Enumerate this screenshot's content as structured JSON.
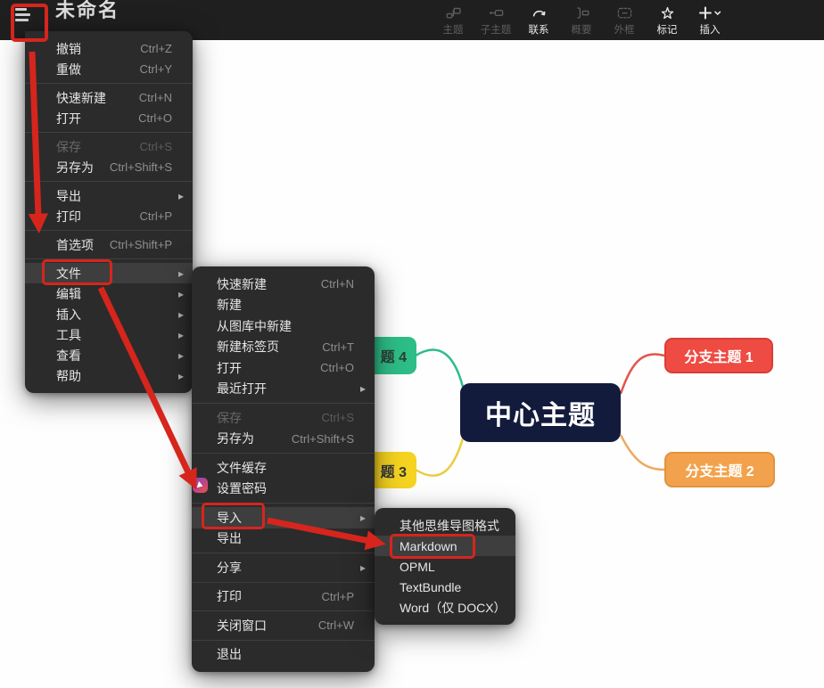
{
  "toolbar": {
    "title": "未命名",
    "tools": [
      {
        "name": "topic",
        "label": "主题",
        "enabled": false
      },
      {
        "name": "subtopic",
        "label": "子主题",
        "enabled": false
      },
      {
        "name": "relation",
        "label": "联系",
        "enabled": true
      },
      {
        "name": "summary",
        "label": "概要",
        "enabled": false
      },
      {
        "name": "boundary",
        "label": "外框",
        "enabled": false
      },
      {
        "name": "marker",
        "label": "标记",
        "enabled": true
      },
      {
        "name": "insert",
        "label": "插入",
        "enabled": true
      }
    ]
  },
  "menus": {
    "main": {
      "groups": [
        {
          "items": [
            {
              "label": "撤销",
              "shortcut": "Ctrl+Z"
            },
            {
              "label": "重做",
              "shortcut": "Ctrl+Y"
            }
          ]
        },
        {
          "items": [
            {
              "label": "快速新建",
              "shortcut": "Ctrl+N"
            },
            {
              "label": "打开",
              "shortcut": "Ctrl+O"
            }
          ]
        },
        {
          "items": [
            {
              "label": "保存",
              "shortcut": "Ctrl+S",
              "disabled": true
            },
            {
              "label": "另存为",
              "shortcut": "Ctrl+Shift+S"
            }
          ]
        },
        {
          "items": [
            {
              "label": "导出",
              "submenu": true
            },
            {
              "label": "打印",
              "shortcut": "Ctrl+P"
            }
          ]
        },
        {
          "items": [
            {
              "label": "首选项",
              "shortcut": "Ctrl+Shift+P"
            }
          ]
        },
        {
          "items": [
            {
              "label": "文件",
              "submenu": true,
              "highlighted": true
            },
            {
              "label": "编辑",
              "submenu": true
            },
            {
              "label": "插入",
              "submenu": true
            },
            {
              "label": "工具",
              "submenu": true
            },
            {
              "label": "查看",
              "submenu": true
            },
            {
              "label": "帮助",
              "submenu": true
            }
          ]
        }
      ]
    },
    "file": {
      "groups": [
        {
          "items": [
            {
              "label": "快速新建",
              "shortcut": "Ctrl+N"
            },
            {
              "label": "新建"
            },
            {
              "label": "从图库中新建"
            },
            {
              "label": "新建标签页",
              "shortcut": "Ctrl+T"
            },
            {
              "label": "打开",
              "shortcut": "Ctrl+O"
            },
            {
              "label": "最近打开",
              "submenu": true
            }
          ]
        },
        {
          "items": [
            {
              "label": "保存",
              "shortcut": "Ctrl+S",
              "disabled": true
            },
            {
              "label": "另存为",
              "shortcut": "Ctrl+Shift+S"
            }
          ]
        },
        {
          "items": [
            {
              "label": "文件缓存"
            },
            {
              "label": "设置密码"
            }
          ]
        },
        {
          "items": [
            {
              "label": "导入",
              "submenu": true,
              "highlighted": true
            },
            {
              "label": "导出"
            }
          ]
        },
        {
          "items": [
            {
              "label": "分享",
              "submenu": true
            }
          ]
        },
        {
          "items": [
            {
              "label": "打印",
              "shortcut": "Ctrl+P"
            }
          ]
        },
        {
          "items": [
            {
              "label": "关闭窗口",
              "shortcut": "Ctrl+W"
            }
          ]
        },
        {
          "items": [
            {
              "label": "退出"
            }
          ]
        }
      ]
    },
    "import": {
      "groups": [
        {
          "items": [
            {
              "label": "其他思维导图格式"
            },
            {
              "label": "Markdown",
              "highlighted": true
            },
            {
              "label": "OPML"
            },
            {
              "label": "TextBundle"
            },
            {
              "label": "Word（仅 DOCX）"
            }
          ]
        }
      ]
    }
  },
  "mindmap": {
    "center": {
      "label": "中心主题",
      "bg": "#131b3d",
      "text": "#ffffff"
    },
    "branch1": {
      "label": "分支主题 1",
      "bg": "#ee4b43",
      "border": "#da3d37",
      "text": "#ffffff",
      "line": "#e2554b"
    },
    "branch2": {
      "label": "分支主题 2",
      "bg": "#f2a24c",
      "border": "#e2933d",
      "text": "#ffffff",
      "line": "#efa85c"
    },
    "branch3": {
      "label": "题 3",
      "bg": "#f5d320",
      "border": "#ecc937",
      "text": "#33363b",
      "line": "#e9cd3f"
    },
    "branch4": {
      "label": "题 4",
      "bg": "#2dbd87",
      "border": "#2bb07e",
      "text": "#2c3e36",
      "line": "#2dbd87"
    }
  },
  "colors": {
    "annotation": "#d6251d",
    "toolbar_bg": "#1f1f1f",
    "menu_bg": "#2b2b2b",
    "menu_hover": "#3e3e3e",
    "canvas_bg": "#fefefe"
  }
}
